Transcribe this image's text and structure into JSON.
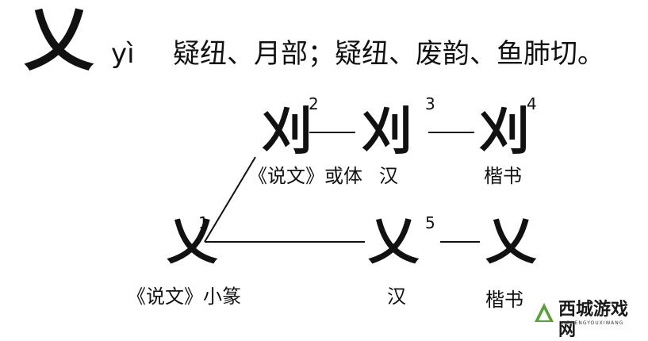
{
  "header": {
    "character": "乂",
    "pinyin": "yì",
    "definition": "疑纽、月部；疑纽、废韵、鱼肺切。"
  },
  "forms": [
    {
      "number": "1",
      "glyph": "乂",
      "label": "《说文》小篆"
    },
    {
      "number": "2",
      "glyph": "刈",
      "label": "《说文》或体"
    },
    {
      "number": "3",
      "glyph": "刈",
      "label": "汉"
    },
    {
      "number": "4",
      "glyph": "刈",
      "label": "楷书"
    },
    {
      "number": "5",
      "glyph": "乂",
      "label": "汉"
    },
    {
      "number": "",
      "glyph": "乂",
      "label": "楷书"
    }
  ],
  "watermark": {
    "title": "西城游戏网",
    "subtitle": "XICHENGYOUXIWANG"
  }
}
